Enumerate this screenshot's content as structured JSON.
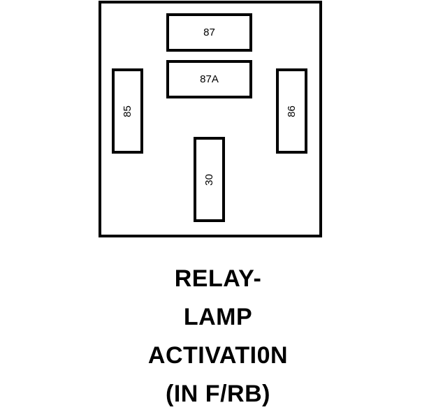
{
  "relay": {
    "terminals": {
      "t87": "87",
      "t87a": "87A",
      "t85": "85",
      "t86": "86",
      "t30": "30"
    }
  },
  "caption": {
    "lines": [
      "RELAY-",
      "LAMP",
      "ACTIVATI0N",
      "(IN F/RB)"
    ]
  }
}
